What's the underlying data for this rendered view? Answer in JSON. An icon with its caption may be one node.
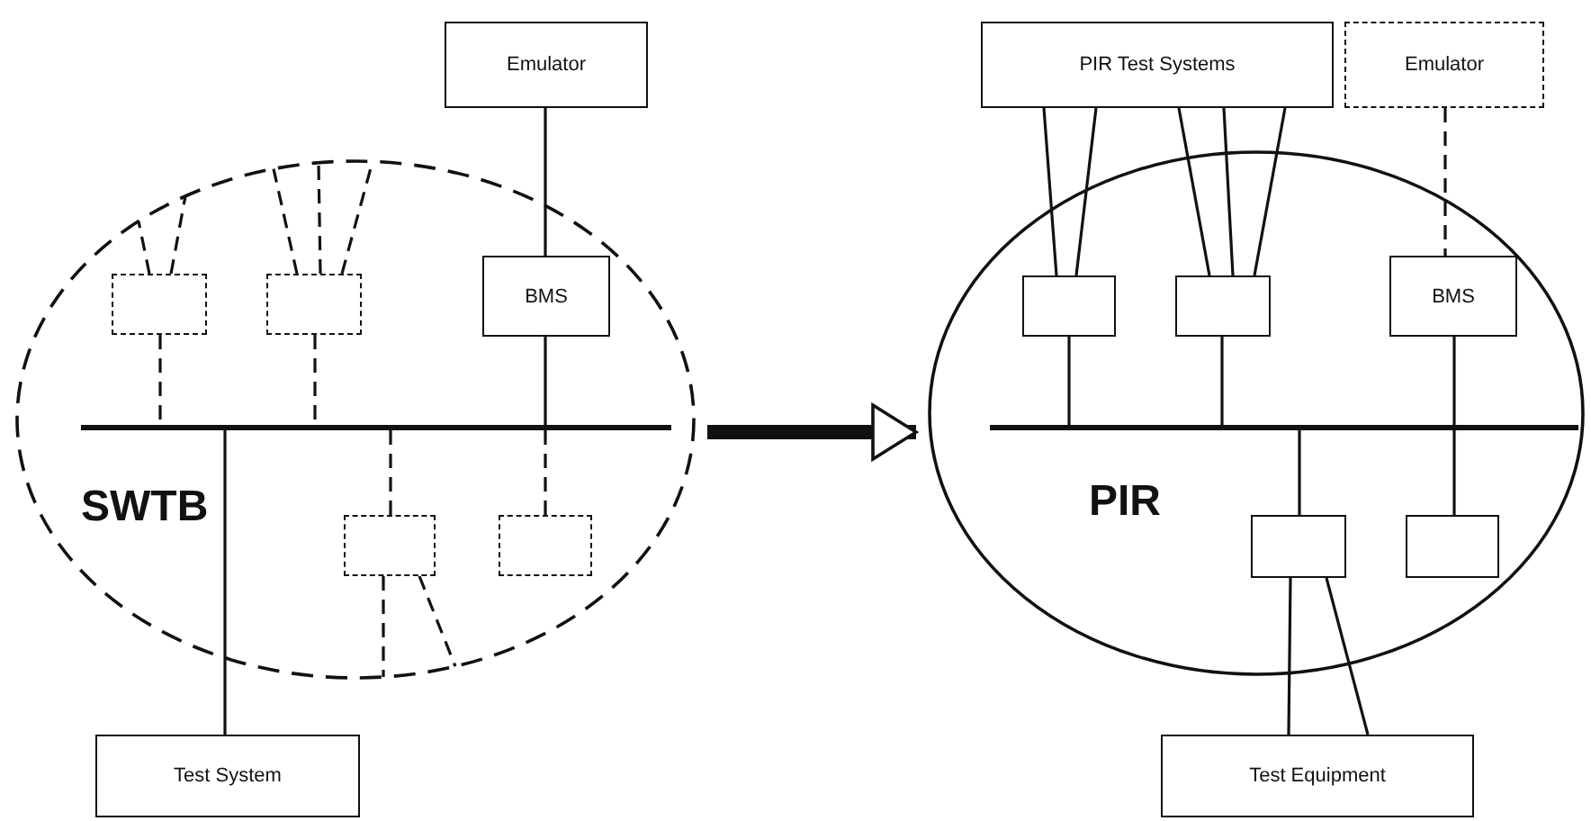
{
  "diagram": {
    "nodes": [
      {
        "text": [
          "SWTB"
        ]
      },
      {
        "text": [
          "Emulator"
        ]
      },
      {
        "text": [],
        "shape": "bar",
        "in": 0
      },
      {
        "text": [],
        "shape": "box",
        "in": 0
      },
      {
        "text": [],
        "shape": "box",
        "in": 0
      },
      {
        "text": [
          "BMS"
        ],
        "in": 0
      },
      {
        "text": [],
        "shape": "box",
        "in": 0
      },
      {
        "text": [],
        "shape": "box",
        "in": 0
      },
      {
        "text": [
          "Test System"
        ]
      },
      {
        "text": [
          "PIR"
        ]
      },
      {
        "text": [
          "PIR Test Systems"
        ]
      },
      {
        "text": [
          "Emulator"
        ]
      },
      {
        "text": [],
        "shape": "bar",
        "in": 9
      },
      {
        "text": [],
        "shape": "box",
        "in": 9
      },
      {
        "text": [],
        "shape": "box",
        "in": 9
      },
      {
        "text": [
          "BMS"
        ],
        "in": 9
      },
      {
        "text": [],
        "shape": "box",
        "in": 9
      },
      {
        "text": [],
        "shape": "box",
        "in": 9
      },
      {
        "text": [
          "Test Equipment"
        ]
      }
    ],
    "edges": [
      {
        "from": 1,
        "to": 5,
        "arrow": "none"
      },
      {
        "from": 5,
        "to": 2,
        "arrow": "none"
      },
      {
        "from": 3,
        "to": 2,
        "arrow": "none",
        "style": "dashed"
      },
      {
        "from": 4,
        "to": 2,
        "arrow": "none",
        "style": "dashed"
      },
      {
        "from": 2,
        "to": 6,
        "arrow": "none",
        "style": "dashed"
      },
      {
        "from": 2,
        "to": 7,
        "arrow": "none",
        "style": "dashed"
      },
      {
        "from": 2,
        "to": 8,
        "arrow": "none"
      },
      {
        "from": 3,
        "to": 0,
        "arrow": "none",
        "style": "dashed"
      },
      {
        "from": 3,
        "to": 0,
        "arrow": "none",
        "style": "dashed"
      },
      {
        "from": 4,
        "to": 0,
        "arrow": "none",
        "style": "dashed"
      },
      {
        "from": 4,
        "to": 0,
        "arrow": "none",
        "style": "dashed"
      },
      {
        "from": 4,
        "to": 0,
        "arrow": "none",
        "style": "dashed"
      },
      {
        "from": 6,
        "to": 0,
        "arrow": "none",
        "style": "dashed"
      },
      {
        "from": 6,
        "to": 0,
        "arrow": "none",
        "style": "dashed"
      },
      {
        "from": 0,
        "to": 9,
        "arrow": "to",
        "style": "thick"
      },
      {
        "from": 10,
        "to": 13,
        "arrow": "none"
      },
      {
        "from": 10,
        "to": 13,
        "arrow": "none"
      },
      {
        "from": 10,
        "to": 14,
        "arrow": "none"
      },
      {
        "from": 10,
        "to": 14,
        "arrow": "none"
      },
      {
        "from": 10,
        "to": 14,
        "arrow": "none"
      },
      {
        "from": 11,
        "to": 15,
        "arrow": "none",
        "style": "dashed"
      },
      {
        "from": 13,
        "to": 12,
        "arrow": "none"
      },
      {
        "from": 14,
        "to": 12,
        "arrow": "none"
      },
      {
        "from": 15,
        "to": 12,
        "arrow": "none"
      },
      {
        "from": 12,
        "to": 16,
        "arrow": "none"
      },
      {
        "from": 12,
        "to": 17,
        "arrow": "none"
      },
      {
        "from": 16,
        "to": 18,
        "arrow": "none"
      },
      {
        "from": 16,
        "to": 18,
        "arrow": "none"
      }
    ]
  }
}
